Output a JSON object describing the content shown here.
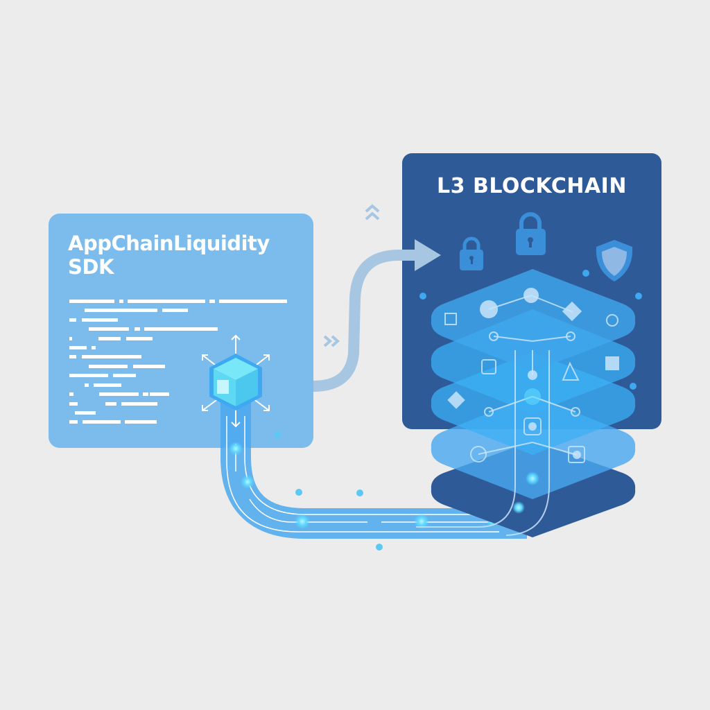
{
  "sdk_panel": {
    "title_line1": "AppChainLiquidity",
    "title_line2": "SDK",
    "color": "#7bbcec"
  },
  "l3_panel": {
    "title": "L3 BLOCKCHAIN",
    "color": "#2f5a98"
  },
  "icons": [
    "cube-icon",
    "lock-icon",
    "shield-icon",
    "arrow-right-icon",
    "chevron-up-icon",
    "chevron-right-icon"
  ],
  "colors": {
    "background": "#ececec",
    "accent": "#3ea8f0",
    "glow": "#8ef0ff",
    "arrow": "#a7c6e2"
  }
}
